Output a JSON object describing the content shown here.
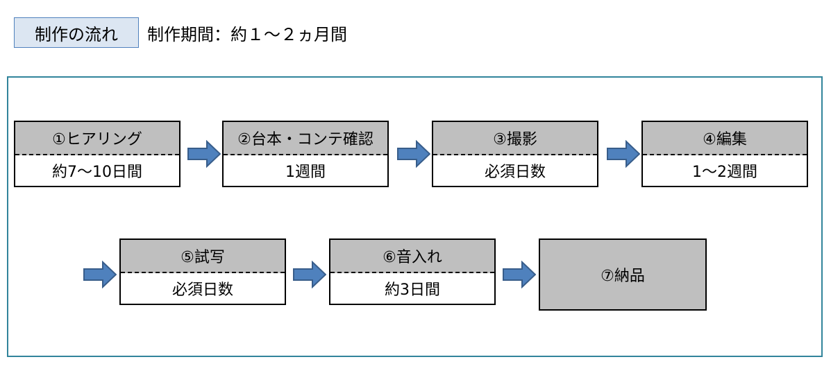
{
  "header": {
    "title": "制作の流れ",
    "period": "制作期間：約１～２ヵ月間"
  },
  "steps": [
    {
      "label": "①ヒアリング",
      "duration": "約7～10日間"
    },
    {
      "label": "②台本・コンテ確認",
      "duration": "1週間"
    },
    {
      "label": "③撮影",
      "duration": "必須日数"
    },
    {
      "label": "④編集",
      "duration": "1～2週間"
    },
    {
      "label": "⑤試写",
      "duration": "必須日数"
    },
    {
      "label": "⑥音入れ",
      "duration": "約3日間"
    },
    {
      "label": "⑦納品"
    }
  ],
  "colors": {
    "header_fill": "#dce6f2",
    "header_border": "#4f81bd",
    "frame_border": "#31849b",
    "box_fill": "#bfbfbf",
    "arrow_fill": "#4f81bd",
    "arrow_stroke": "#385d8a"
  }
}
